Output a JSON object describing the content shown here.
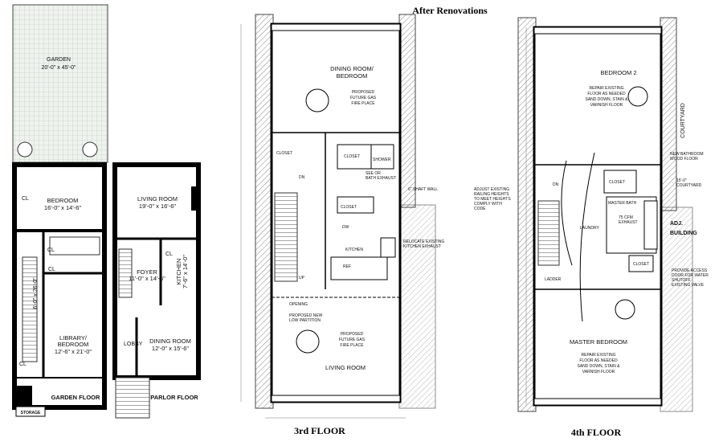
{
  "title": "After Renovations",
  "left_plan": {
    "garden": {
      "name": "GARDEN",
      "dims": "20'-0\" x 45'-0\""
    },
    "bedroom": {
      "name": "BEDROOM",
      "dims": "16'-0\" x 14'-6\""
    },
    "library": {
      "name": "LIBRARY/",
      "name2": "BEDROOM",
      "dims": "12'-6\" x 21'-0\""
    },
    "hall_dims": "6'-0\" x 26'-0\"",
    "cl1": "CL",
    "cl2": "CL",
    "cl3": "CL",
    "cl4": "CL",
    "storage": "STORAGE",
    "garden_floor": "GARDEN FLOOR",
    "living": {
      "name": "LIVING ROOM",
      "dims": "19'-0\" x 16'-6\""
    },
    "foyer": {
      "name": "FOYER",
      "dims": "11'-0\" x 14'-6\""
    },
    "kitchen": {
      "name": "KITCHEN",
      "dims": "7'-6\" x 14'-0\""
    },
    "lobby": "LOBBY",
    "dining": {
      "name": "DINING ROOM",
      "dims": "12'-0\" x 15'-6\""
    },
    "parlor_floor": "PARLOR FLOOR",
    "parlor_cl": "CL"
  },
  "third_floor": {
    "label": "3rd FLOOR",
    "dining_bedroom": [
      "DINING ROOM/",
      "BEDROOM"
    ],
    "fireplace_top": [
      "PROPOSED",
      "FUTURE GAS",
      "FIRE PLACE"
    ],
    "closet_a": "CLOSET",
    "closet_b": "CLOSET",
    "closet_c": "CLOSET",
    "shower": "SHOWER",
    "bath_exhaust": [
      "SEE OR",
      "BATH EXHAUST"
    ],
    "shaft_wall": "6\" SHAFT WALL",
    "kitchen": "KITCHEN",
    "dw": "DW",
    "ref": "REF",
    "relocate": [
      "RELOCATE EXISTING",
      "KITCHEN EXHAUST"
    ],
    "partition": [
      "PROPOSED NEW",
      "LOW PARTITION"
    ],
    "fireplace_bottom": [
      "PROPOSED",
      "FUTURE GAS",
      "FIRE PLACE"
    ],
    "living": "LIVING ROOM",
    "opening": "OPENING",
    "up": "UP",
    "dn": "DN"
  },
  "fourth_floor": {
    "label": "4th FLOOR",
    "bedroom2": "BEDROOM 2",
    "repair_top": [
      "REPAIR EXISTING",
      "FLOOR AS NEEDED",
      "SAND DOWN, STAIN &",
      "VARNISH FLOOR"
    ],
    "courtyard": "COURTYARD",
    "bathroom_floor": [
      "NEW BATHROOM",
      "WOOD FLOOR"
    ],
    "closet_top": "CLOSET",
    "courtyard_dim": [
      "15'-0\"",
      "COURTYARD"
    ],
    "adjust": [
      "ADJUST EXISTING",
      "RAILING HEIGHTS",
      "TO MEET HEIGHTS",
      "COMPLY WITH",
      "CODE"
    ],
    "master_bath": "MASTER BATH",
    "exhaust": [
      "75 CFM",
      "EXHAUST"
    ],
    "laundry": "LAUNDRY",
    "closet_bottom": "CLOSET",
    "building": [
      "ADJ.",
      "BUILDING"
    ],
    "access": [
      "PROVIDE ACCESS",
      "DOOR FOR WATER",
      "SHUTOFF",
      "EXISTING VALVE"
    ],
    "ladder": "LADDER",
    "master_bedroom": "MASTER BEDROOM",
    "repair_bottom": [
      "REPAIR EXISTING",
      "FLOOR AS NEEDED",
      "SAND DOWN, STAIN &",
      "VARNISH FLOOR"
    ],
    "dn": "DN"
  }
}
